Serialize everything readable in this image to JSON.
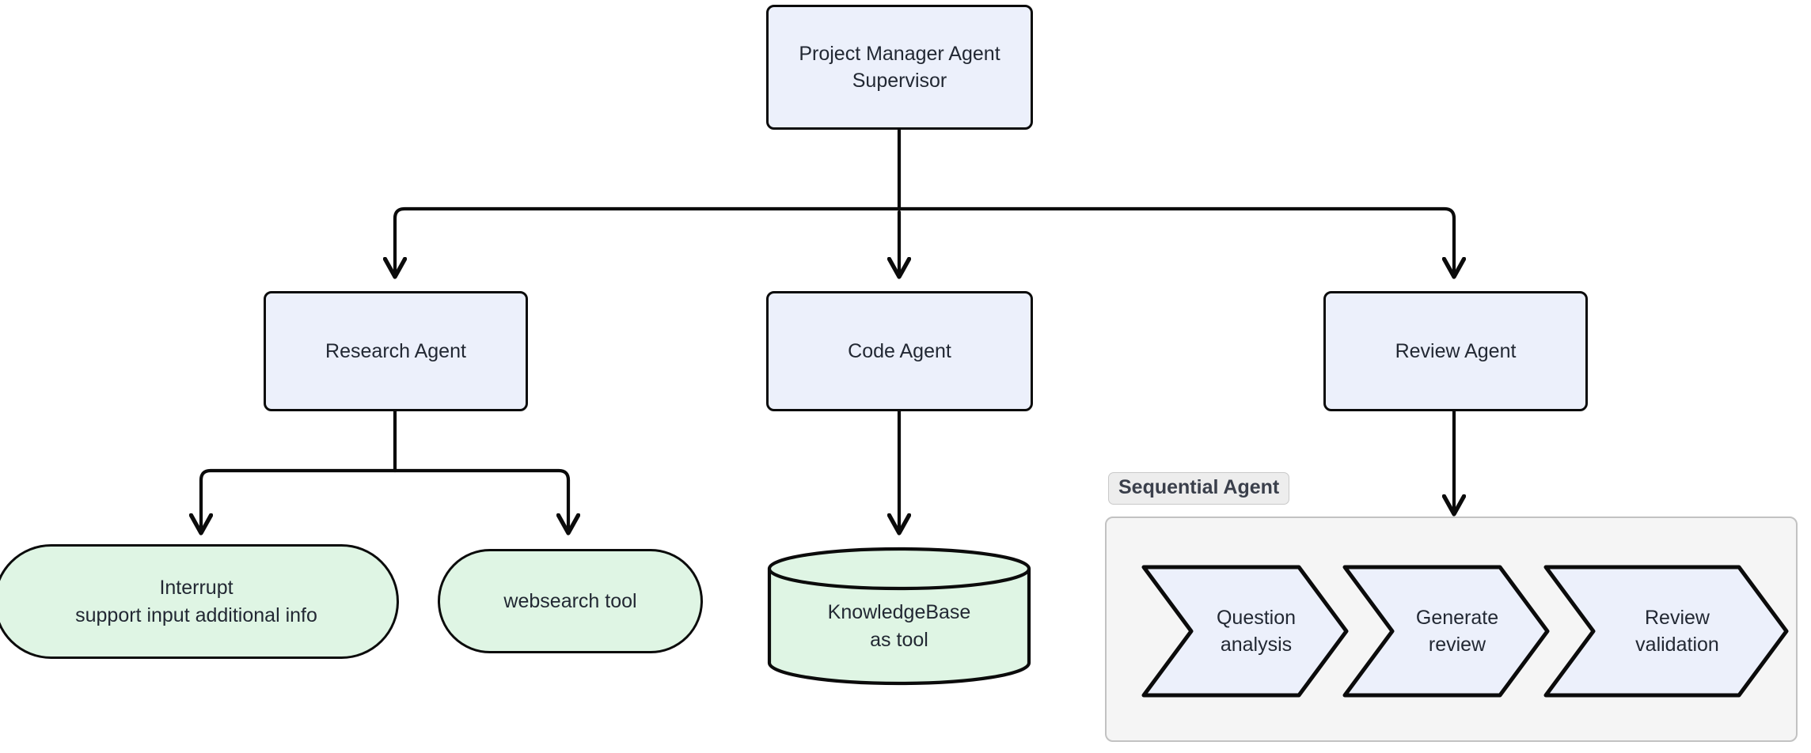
{
  "diagram": {
    "title_visible": false,
    "colors": {
      "agent_fill": "#ECF0FB",
      "tool_fill": "#DFF5E4",
      "stroke": "#0B0B0B",
      "text": "#222833",
      "subgraph_fill": "#F5F5F5",
      "subgraph_border": "#C2C2C2",
      "subgraph_label_fill": "#EDEDED"
    },
    "nodes": {
      "supervisor": {
        "label": "Project Manager Agent\nSupervisor",
        "shape": "rounded-rect"
      },
      "research_agent": {
        "label": "Research Agent",
        "shape": "rounded-rect"
      },
      "code_agent": {
        "label": "Code Agent",
        "shape": "rounded-rect"
      },
      "review_agent": {
        "label": "Review Agent",
        "shape": "rounded-rect"
      },
      "interrupt": {
        "label": "Interrupt\nsupport input additional info",
        "shape": "stadium"
      },
      "websearch": {
        "label": "websearch tool",
        "shape": "stadium"
      },
      "knowledgebase": {
        "label": "KnowledgeBase\nas tool",
        "shape": "cylinder"
      }
    },
    "subgraph": {
      "label": "Sequential Agent",
      "steps": [
        {
          "label": "Question\nanalysis",
          "shape": "chevron"
        },
        {
          "label": "Generate\nreview",
          "shape": "chevron"
        },
        {
          "label": "Review\nvalidation",
          "shape": "chevron"
        }
      ]
    },
    "edges": [
      {
        "from": "supervisor",
        "to": "research_agent"
      },
      {
        "from": "supervisor",
        "to": "code_agent"
      },
      {
        "from": "supervisor",
        "to": "review_agent"
      },
      {
        "from": "research_agent",
        "to": "interrupt"
      },
      {
        "from": "research_agent",
        "to": "websearch"
      },
      {
        "from": "code_agent",
        "to": "knowledgebase"
      },
      {
        "from": "review_agent",
        "to": "subgraph"
      }
    ]
  }
}
